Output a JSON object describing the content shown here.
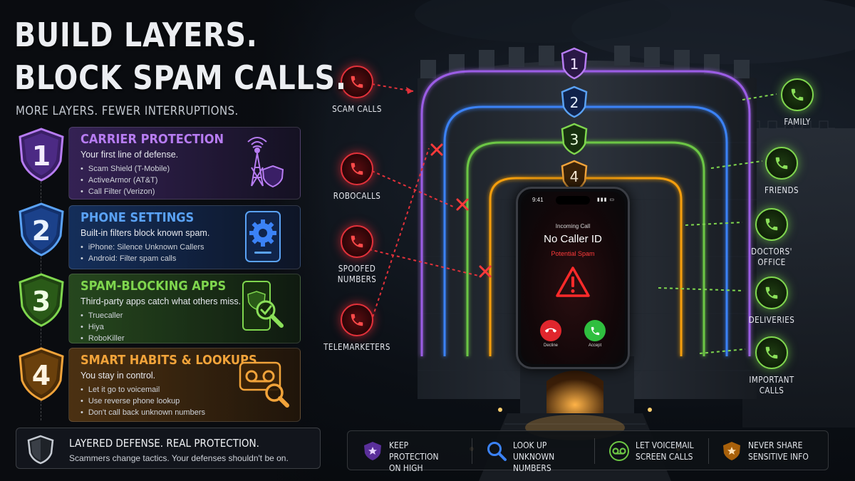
{
  "header": {
    "title_line1": "BUILD LAYERS.",
    "title_line2": "BLOCK SPAM CALLS.",
    "subtitle": "MORE LAYERS. FEWER INTERRUPTIONS."
  },
  "layers": [
    {
      "number": "1",
      "title": "CARRIER PROTECTION",
      "description": "Your first line of defense.",
      "items": [
        "Scam Shield (T-Mobile)",
        "ActiveArmor (AT&T)",
        "Call Filter (Verizon)"
      ],
      "color": "#9b5de5",
      "icon": "cell-tower-shield-icon"
    },
    {
      "number": "2",
      "title": "PHONE SETTINGS",
      "description": "Built-in filters block known spam.",
      "items": [
        "iPhone: Silence Unknown Callers",
        "Android: Filter spam calls"
      ],
      "color": "#3b82f6",
      "icon": "phone-settings-gear-icon"
    },
    {
      "number": "3",
      "title": "SPAM-BLOCKING APPS",
      "description": "Third-party apps catch what others miss.",
      "items": [
        "Truecaller",
        "Hiya",
        "RoboKiller"
      ],
      "color": "#6cc644",
      "icon": "phone-magnifier-check-icon"
    },
    {
      "number": "4",
      "title": "SMART HABITS & LOOKUPS",
      "description": "You stay in control.",
      "items": [
        "Let it go to voicemail",
        "Use reverse phone lookup",
        "Don't call back unknown numbers"
      ],
      "color": "#f59e0b",
      "icon": "voicemail-magnifier-icon"
    }
  ],
  "defense": {
    "title": "LAYERED DEFENSE. REAL PROTECTION.",
    "text": "Scammers change tactics. Your defenses shouldn't be on.",
    "icon": "shield-icon"
  },
  "threats": [
    {
      "label": "SCAM CALLS",
      "icon": "phone-icon"
    },
    {
      "label": "ROBOCALLS",
      "icon": "phone-icon"
    },
    {
      "label": "SPOOFED\nNUMBERS",
      "icon": "phone-icon"
    },
    {
      "label": "TELEMARKETERS",
      "icon": "phone-icon"
    }
  ],
  "allowed": [
    {
      "label": "FAMILY",
      "icon": "phone-icon"
    },
    {
      "label": "FRIENDS",
      "icon": "phone-icon"
    },
    {
      "label": "DOCTORS'\nOFFICE",
      "icon": "phone-icon"
    },
    {
      "label": "DELIVERIES",
      "icon": "phone-icon"
    },
    {
      "label": "IMPORTANT\nCALLS",
      "icon": "phone-icon"
    }
  ],
  "wall_badges": [
    "1",
    "2",
    "3",
    "4"
  ],
  "phone": {
    "time": "9:41",
    "incoming_label": "Incoming Call",
    "caller": "No Caller ID",
    "warning": "Potential Spam",
    "decline_label": "Decline",
    "accept_label": "Accept",
    "icon": "warning-triangle-icon"
  },
  "tips": [
    {
      "text": "KEEP PROTECTION\nON HIGH",
      "icon": "shield-star-icon",
      "color": "#9b5de5"
    },
    {
      "text": "LOOK UP\nUNKNOWN NUMBERS",
      "icon": "magnifier-icon",
      "color": "#3b82f6"
    },
    {
      "text": "LET VOICEMAIL\nSCREEN CALLS",
      "icon": "voicemail-icon",
      "color": "#6cc644"
    },
    {
      "text": "NEVER SHARE\nSENSITIVE INFO",
      "icon": "shield-star-icon",
      "color": "#f59e0b"
    }
  ],
  "colors": {
    "threat": "#e2313a",
    "allowed": "#7fd64e",
    "layer1": "#9b5de5",
    "layer2": "#3b82f6",
    "layer3": "#6cc644",
    "layer4": "#f59e0b"
  }
}
